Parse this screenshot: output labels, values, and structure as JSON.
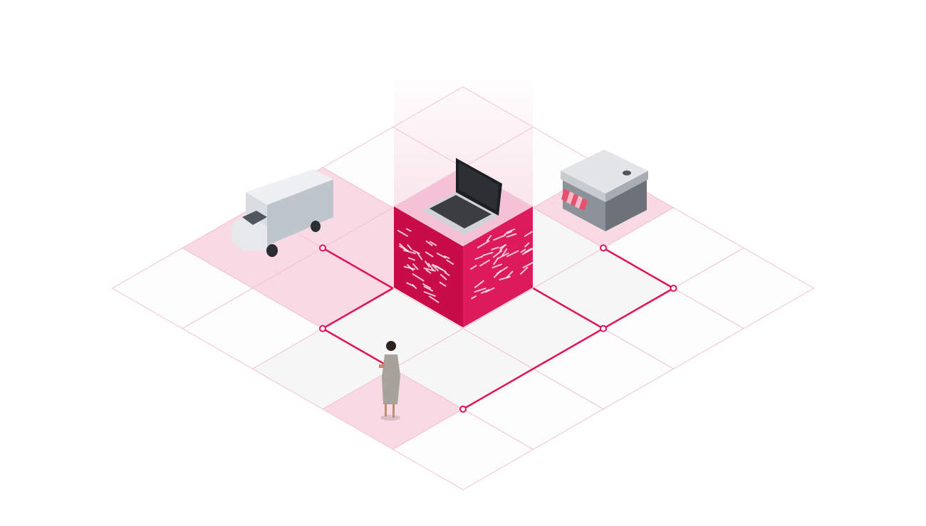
{
  "scene": {
    "grid_size": 5,
    "colors": {
      "accent": "#e0105a",
      "grid_line": "#f0c3d3",
      "tile_light": "#f6f6f6",
      "tile_white": "#fdfdfd",
      "tile_pink": "#f8d9e4",
      "cube_left": "#c70c48",
      "cube_right": "#dc1a5c",
      "beam": "#f7c9da"
    },
    "pink_cells": [
      [
        2,
        0
      ],
      [
        3,
        0
      ],
      [
        2,
        1
      ],
      [
        3,
        1
      ],
      [
        0,
        2
      ],
      [
        4,
        3
      ]
    ],
    "grey_cells": [
      [
        1,
        1
      ],
      [
        1,
        2
      ],
      [
        2,
        1
      ],
      [
        3,
        2
      ],
      [
        3,
        3
      ],
      [
        2,
        3
      ],
      [
        1,
        3
      ],
      [
        4,
        2
      ]
    ],
    "route_segments": [
      [
        [
          3,
          1
        ],
        [
          3,
          2
        ]
      ],
      [
        [
          4,
          2
        ],
        [
          3,
          2
        ]
      ],
      [
        [
          4,
          2
        ],
        [
          4,
          3
        ]
      ],
      [
        [
          2,
          3
        ],
        [
          2,
          4
        ]
      ],
      [
        [
          4,
          4
        ],
        [
          2,
          4
        ]
      ],
      [
        [
          2,
          4
        ],
        [
          1,
          4
        ]
      ],
      [
        [
          1,
          4
        ],
        [
          1,
          3
        ]
      ]
    ],
    "route_nodes": [
      [
        3,
        1
      ],
      [
        4,
        2
      ],
      [
        4,
        4
      ],
      [
        2,
        4
      ],
      [
        1,
        4
      ],
      [
        1,
        3
      ]
    ],
    "objects": [
      "delivery-van",
      "storefront",
      "data-cube",
      "laptop",
      "woman-with-phone"
    ]
  }
}
